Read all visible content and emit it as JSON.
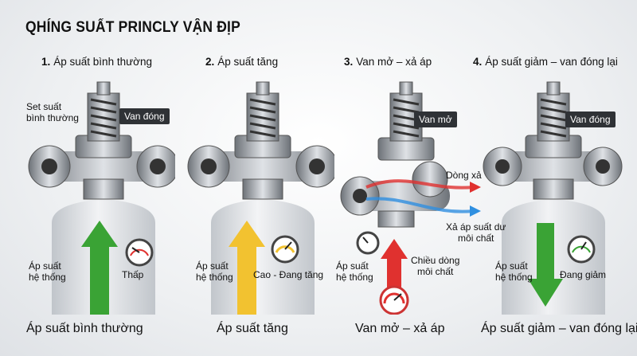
{
  "title": "QHÍNG SUẤT PRINCLY VẬN ĐỊP",
  "stages": [
    {
      "number": "1.",
      "heading": "Áp suất bình thường",
      "badge": "Van đóng",
      "set_label_line1": "Set suất",
      "set_label_line2": "bình thường",
      "system_label_line1": "Áp suất",
      "system_label_line2": "hệ thống",
      "gauge_label": "Thấp",
      "caption": "Áp suất bình thường",
      "arrow_color": "#3aa335",
      "arrow_direction": "up"
    },
    {
      "number": "2.",
      "heading": "Áp suất tăng",
      "system_label_line1": "Áp suất",
      "system_label_line2": "hệ thống",
      "gauge_label": "Cao - Đang tăng",
      "caption": "Áp suất tăng",
      "arrow_color": "#f2c230",
      "arrow_direction": "up"
    },
    {
      "number": "3.",
      "heading": "Van mở – xả áp",
      "badge": "Van mở",
      "flow_out_label": "Dòng xả",
      "relief_label_line1": "Xả áp suất dư",
      "relief_label_line2": "môi chất",
      "system_label_line1": "Áp suất",
      "system_label_line2": "hệ thống",
      "flow_label_line1": "Chiều dòng",
      "flow_label_line2": "môi chất",
      "caption": "Van mở – xả áp",
      "arrow_color": "#e0312f",
      "arrow_direction": "up"
    },
    {
      "number": "4.",
      "heading": "Áp suất giảm – van đóng lại",
      "badge": "Van đóng",
      "system_label_line1": "Áp suất",
      "system_label_line2": "hệ thống",
      "gauge_label": "Đang giảm",
      "caption": "Áp suất giảm – van đóng lại",
      "arrow_color": "#3aa335",
      "arrow_direction": "down"
    }
  ],
  "colors": {
    "relief_red": "#e0312f",
    "relief_blue": "#2f8fe0"
  }
}
